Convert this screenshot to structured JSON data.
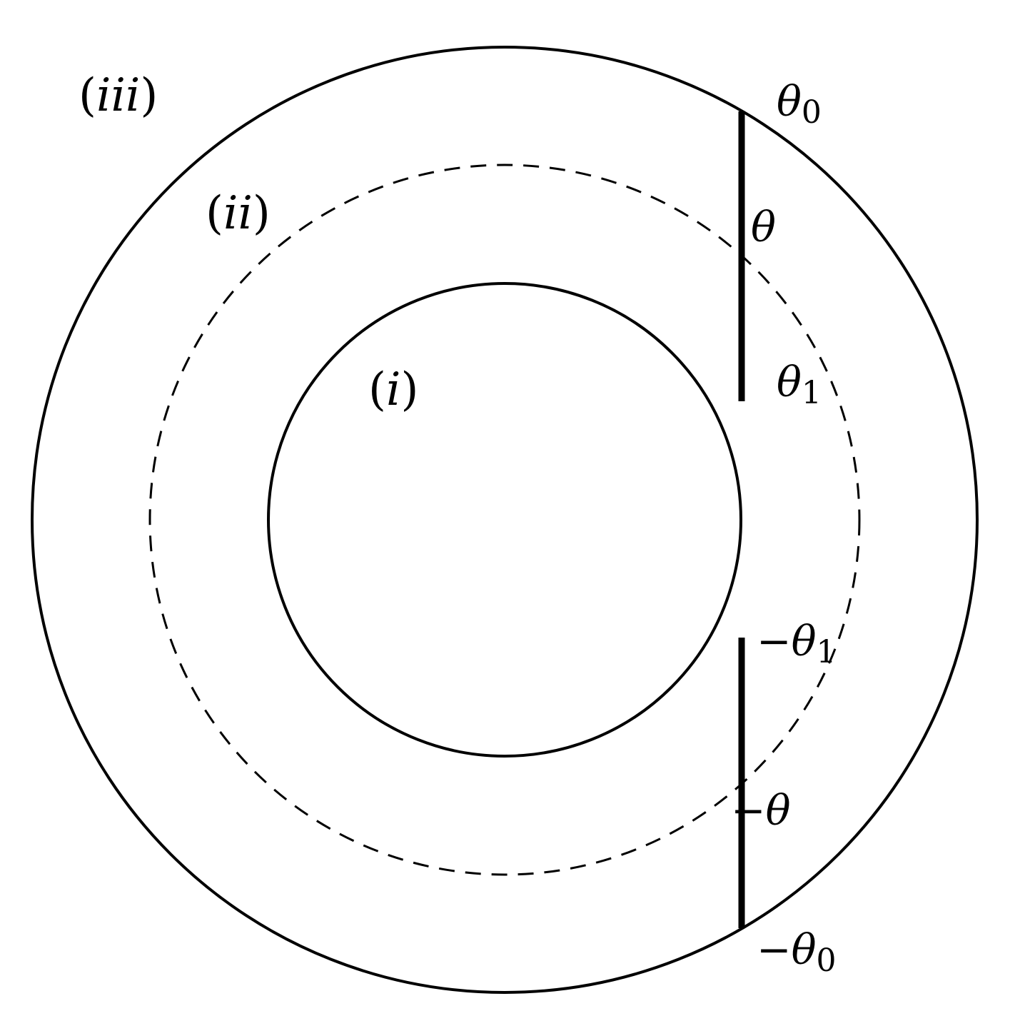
{
  "regions": {
    "inner": "i",
    "middle": "ii",
    "outer": "iii"
  },
  "angles": {
    "theta0": "θ",
    "theta0_sub": "0",
    "theta": "θ",
    "theta1": "θ",
    "theta1_sub": "1",
    "neg_theta1_sign": "−",
    "neg_theta1": "θ",
    "neg_theta1_sub": "1",
    "neg_theta_sign": "−",
    "neg_theta": "θ",
    "neg_theta0_sign": "−",
    "neg_theta0": "θ",
    "neg_theta0_sub": "0"
  },
  "colors": {
    "stroke": "#000000",
    "background": "#ffffff"
  }
}
